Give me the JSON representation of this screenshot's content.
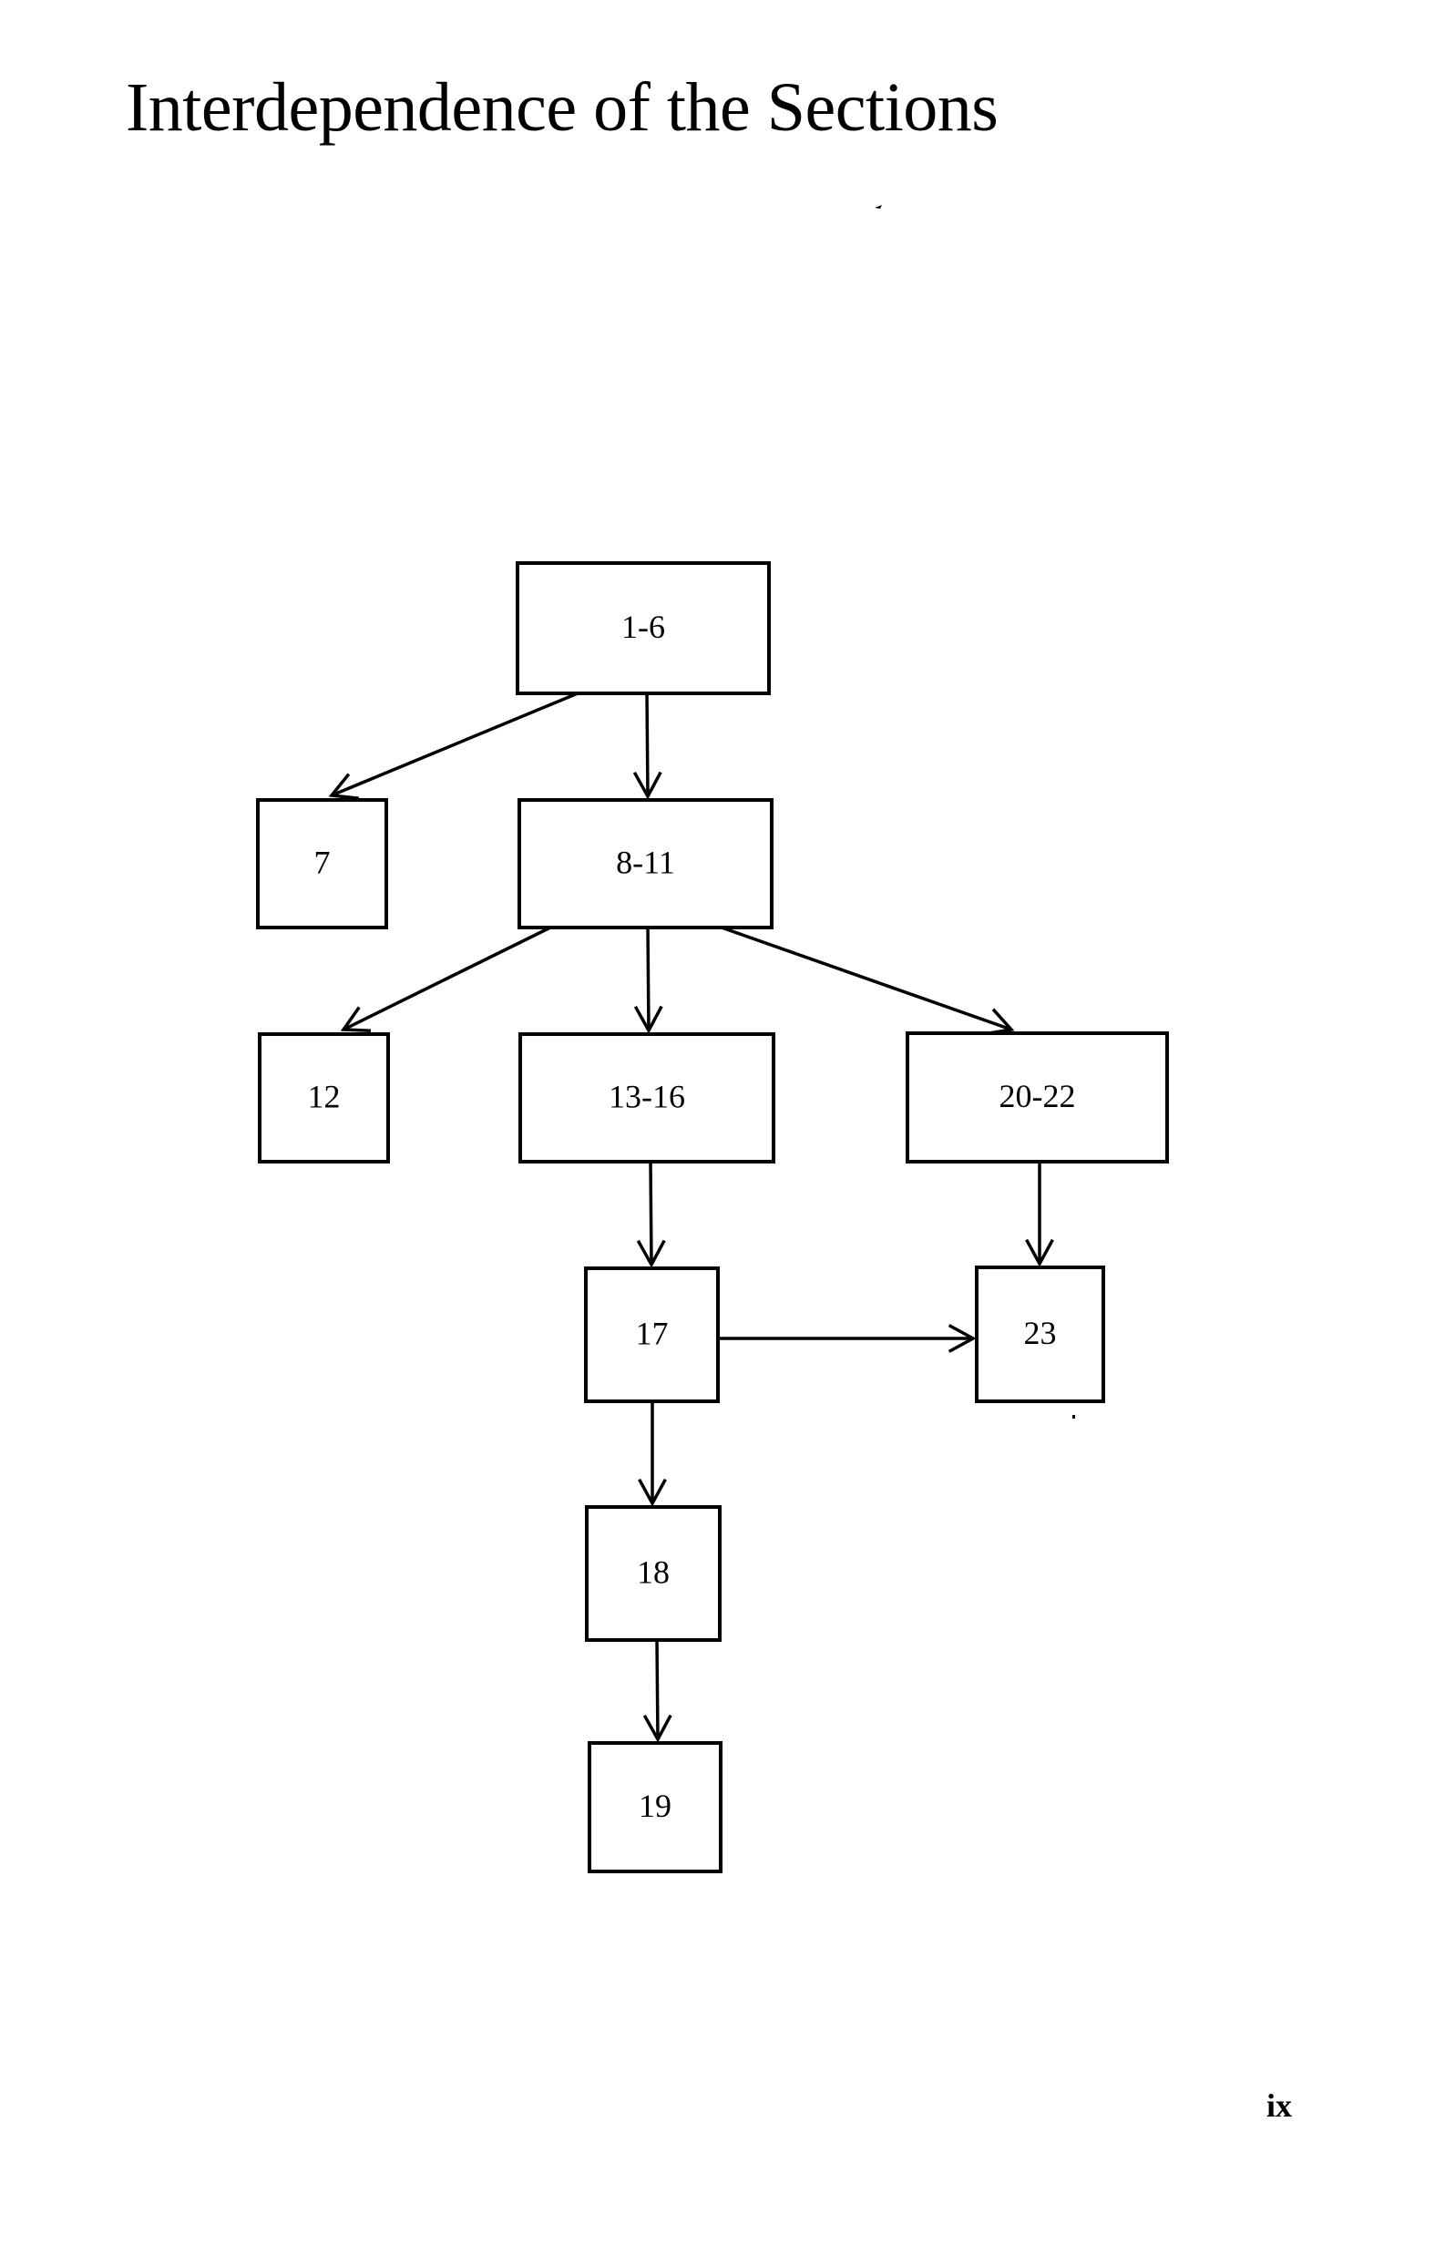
{
  "page": {
    "title": "Interdependence of the Sections",
    "folio": "ix"
  },
  "diagram": {
    "nodes": [
      {
        "id": "n1_6",
        "label": "1-6"
      },
      {
        "id": "n7",
        "label": "7"
      },
      {
        "id": "n8_11",
        "label": "8-11"
      },
      {
        "id": "n12",
        "label": "12"
      },
      {
        "id": "n13_16",
        "label": "13-16"
      },
      {
        "id": "n20_22",
        "label": "20-22"
      },
      {
        "id": "n17",
        "label": "17"
      },
      {
        "id": "n23",
        "label": "23"
      },
      {
        "id": "n18",
        "label": "18"
      },
      {
        "id": "n19",
        "label": "19"
      }
    ],
    "edges": [
      {
        "from": "n1_6",
        "to": "n7"
      },
      {
        "from": "n1_6",
        "to": "n8_11"
      },
      {
        "from": "n8_11",
        "to": "n12"
      },
      {
        "from": "n8_11",
        "to": "n13_16"
      },
      {
        "from": "n8_11",
        "to": "n20_22"
      },
      {
        "from": "n13_16",
        "to": "n17"
      },
      {
        "from": "n20_22",
        "to": "n23"
      },
      {
        "from": "n17",
        "to": "n23"
      },
      {
        "from": "n17",
        "to": "n18"
      },
      {
        "from": "n18",
        "to": "n19"
      }
    ]
  }
}
